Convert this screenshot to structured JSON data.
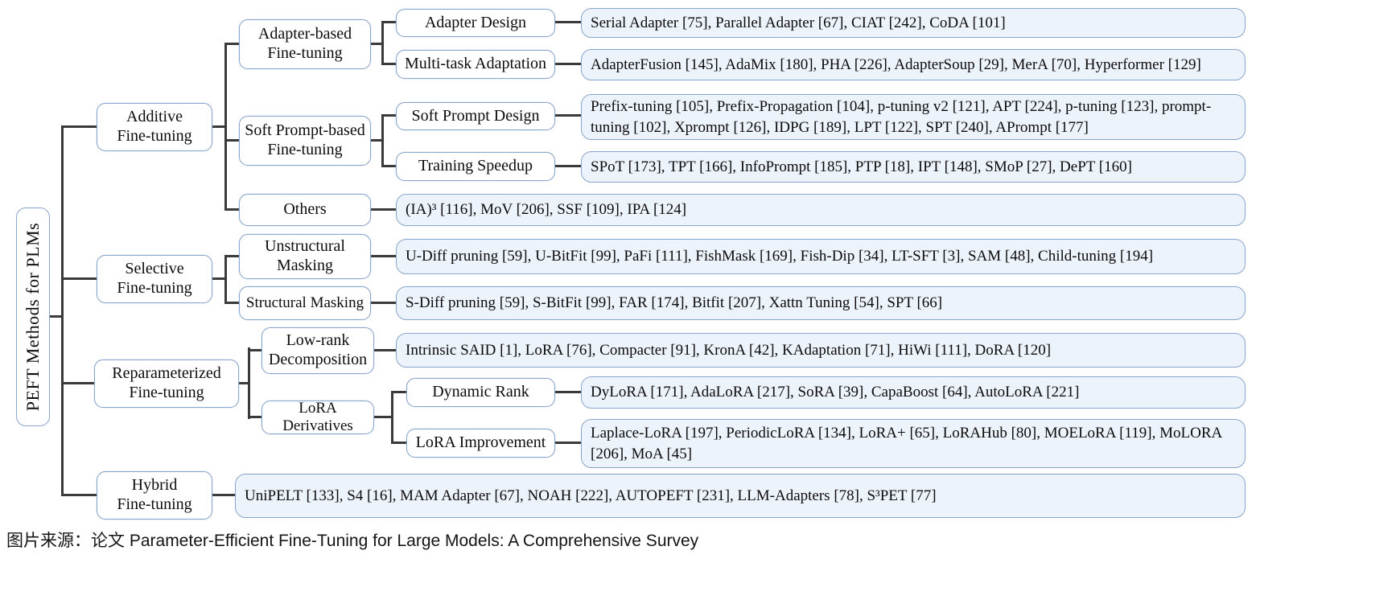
{
  "root_label": "PEFT Methods for PLMs",
  "caption": "图片来源：论文 Parameter-Efficient Fine-Tuning for Large Models: A Comprehensive Survey",
  "colors": {
    "leaf_fill": "#edf3fb",
    "box_border": "#8aa5cb",
    "connector_line": "#3a3a3a",
    "text": "#0c0c0c",
    "background": "#ffffff"
  },
  "branches": [
    {
      "label": "Additive\nFine-tuning",
      "children": [
        {
          "label": "Adapter-based\nFine-tuning",
          "children": [
            {
              "label": "Adapter Design",
              "methods": "Serial Adapter  [75], Parallel Adapter [67], CIAT [242], CoDA [101]"
            },
            {
              "label": "Multi-task Adaptation",
              "methods": "AdapterFusion [145], AdaMix [180], PHA [226], AdapterSoup [29], MerA [70], Hyperformer [129]"
            }
          ]
        },
        {
          "label": "Soft Prompt-based\nFine-tuning",
          "children": [
            {
              "label": "Soft Prompt Design",
              "methods": "Prefix-tuning [105], Prefix-Propagation [104], p-tuning v2 [121], APT [224], p-tuning [123], prompt-tuning [102], Xprompt [126], IDPG [189], LPT [122], SPT [240], APrompt [177]"
            },
            {
              "label": "Training Speedup",
              "methods": "SPoT [173], TPT [166], InfoPrompt [185], PTP [18], IPT [148], SMoP [27], DePT [160]"
            }
          ]
        },
        {
          "label": "Others",
          "methods": "(IA)³ [116], MoV [206], SSF [109], IPA [124]"
        }
      ]
    },
    {
      "label": "Selective\nFine-tuning",
      "children": [
        {
          "label": "Unstructural\nMasking",
          "methods": "U-Diff pruning [59], U-BitFit [99], PaFi [111], FishMask [169], Fish-Dip [34], LT-SFT [3], SAM [48], Child-tuning [194]"
        },
        {
          "label": "Structural Masking",
          "methods": "S-Diff pruning [59], S-BitFit [99], FAR [174], Bitfit [207], Xattn Tuning [54], SPT [66]"
        }
      ]
    },
    {
      "label": "Reparameterized\nFine-tuning",
      "children": [
        {
          "label": "Low-rank\nDecomposition",
          "methods": "Intrinsic SAID [1], LoRA [76], Compacter [91], KronA [42], KAdaptation [71], HiWi [111], DoRA [120]"
        },
        {
          "label": "LoRA Derivatives",
          "children": [
            {
              "label": "Dynamic Rank",
              "methods": "DyLoRA [171], AdaLoRA [217], SoRA [39], CapaBoost [64], AutoLoRA [221]"
            },
            {
              "label": "LoRA Improvement",
              "methods": "Laplace-LoRA [197], PeriodicLoRA [134], LoRA+ [65],  LoRAHub [80], MOELoRA [119], MoLORA [206], MoA [45]"
            }
          ]
        }
      ]
    },
    {
      "label": "Hybrid\nFine-tuning",
      "methods": "UniPELT [133], S4 [16], MAM Adapter [67], NOAH [222], AUTOPEFT [231], LLM-Adapters [78], S³PET [77]"
    }
  ]
}
